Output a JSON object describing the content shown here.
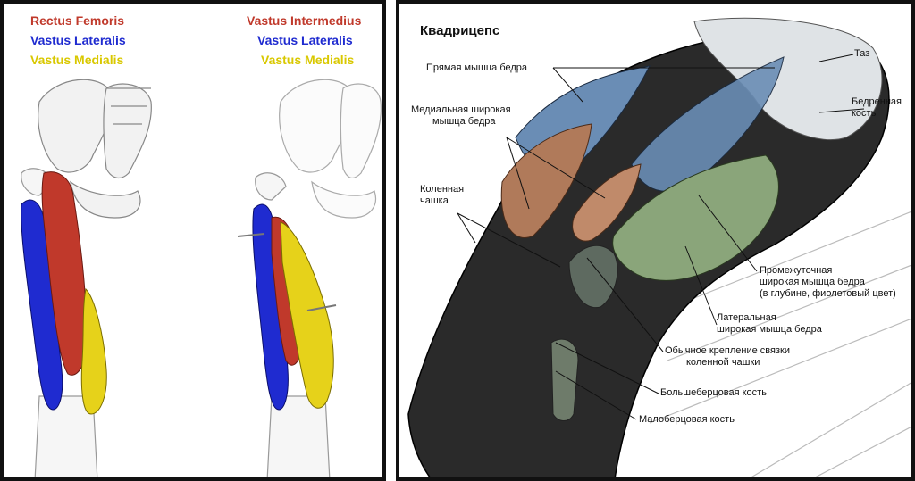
{
  "left_panel": {
    "diagram_a": {
      "label_1": "Rectus Femoris",
      "label_2": "Vastus Lateralis",
      "label_3": "Vastus Medialis"
    },
    "diagram_b": {
      "label_1": "Vastus Intermedius",
      "label_2": "Vastus Lateralis",
      "label_3": "Vastus Medialis"
    },
    "colors": {
      "red": "#c0392b",
      "blue": "#1f2bd0",
      "yellow": "#e6d21a"
    }
  },
  "right_panel": {
    "title": "Квадрицепс",
    "labels": {
      "rectus": "Прямая мышца бедра",
      "medial_1": "Медиальная широкая",
      "medial_2": "мышца бедра",
      "kneecap_1": "Коленная",
      "kneecap_2": "чашка",
      "pelvis": "Таз",
      "femur_1": "Бедренная",
      "femur_2": "кость",
      "intermediate_1": "Промежуточная",
      "intermediate_2": "широкая мышца бедра",
      "intermediate_3": "(в глубине, фиолетовый цвет)",
      "lateral_1": "Латеральная",
      "lateral_2": "широкая мышца бедра",
      "ligament_1": "Обычное крепление связки",
      "ligament_2": "коленной чашки",
      "tibia": "Большеберцовая кость",
      "fibula": "Малоберцовая кость"
    }
  }
}
